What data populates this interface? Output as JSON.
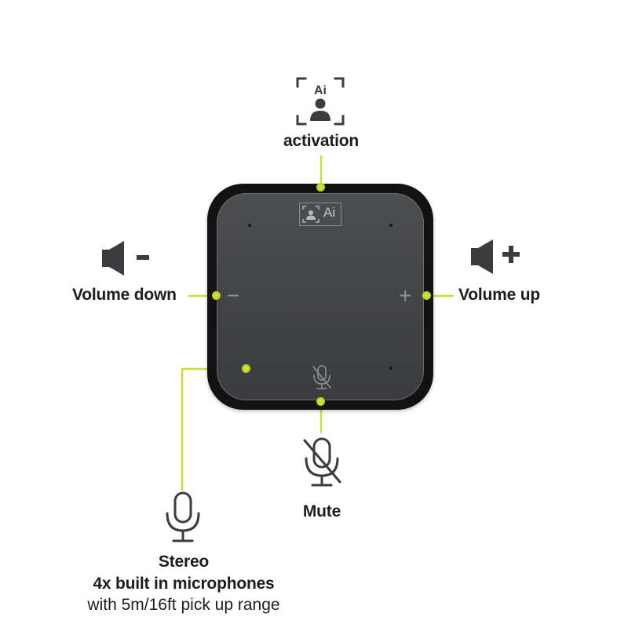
{
  "labels": {
    "activation": "activation",
    "ai_icon_text": "Ai",
    "volume_down": "Volume down",
    "volume_up": "Volume up",
    "mute": "Mute",
    "stereo_line1": "Stereo",
    "stereo_line2": "4x built in microphones",
    "stereo_line3": "with 5m/16ft pick up range"
  },
  "device": {
    "ai_badge_text": "Ai",
    "minus_glyph": "−",
    "plus_glyph": "+"
  },
  "icons": {
    "activation": "ai-person-frame-icon",
    "volume_down": "speaker-minus-icon",
    "volume_up": "speaker-plus-icon",
    "mute": "microphone-muted-icon",
    "microphone": "microphone-icon"
  },
  "colors": {
    "accent": "#cddc39",
    "device_body": "#121212",
    "device_face": "#444547",
    "text": "#1d1d1f",
    "icon": "#3c3c3e"
  }
}
